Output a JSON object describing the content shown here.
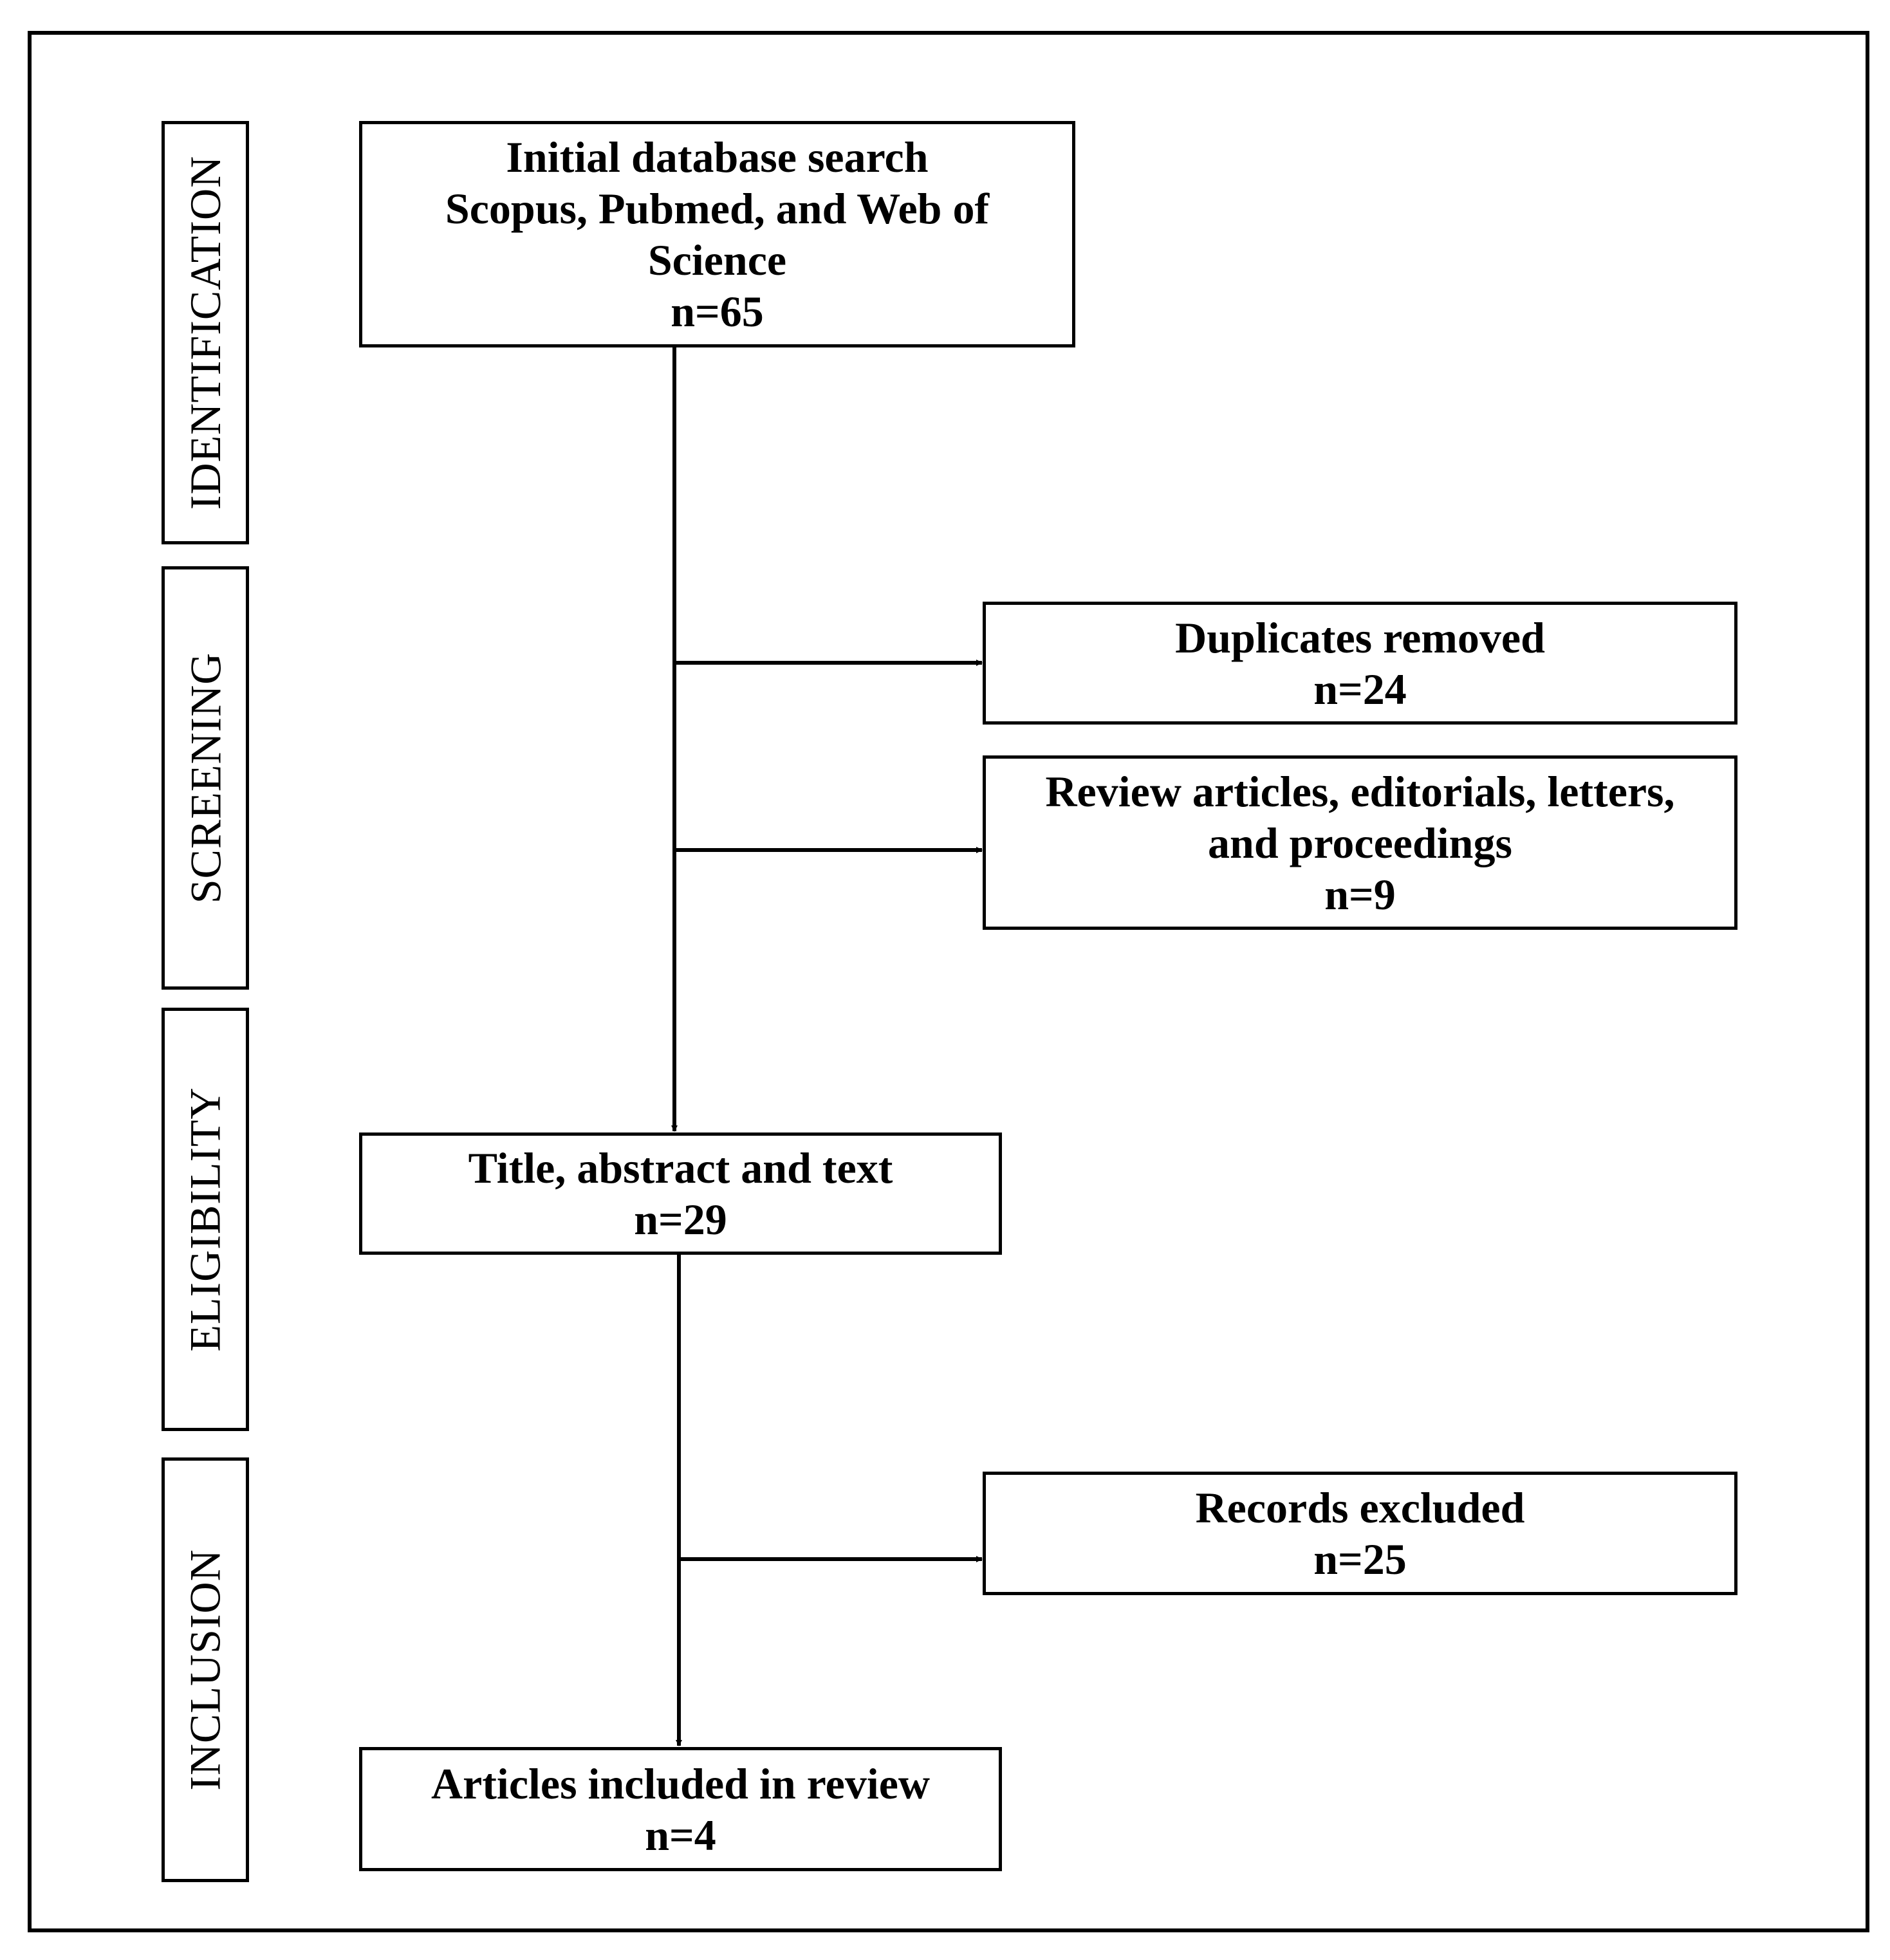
{
  "stages": {
    "identification": "IDENTIFICATION",
    "screening": "SCREENING",
    "eligibility": "ELIGIBILITY",
    "inclusion": "INCLUSION"
  },
  "boxes": {
    "initial_search": {
      "line1": "Initial database search",
      "line2": "Scopus, Pubmed, and Web of",
      "line3": "Science",
      "count": "n=65"
    },
    "duplicates_removed": {
      "line1": "Duplicates removed",
      "count": "n=24"
    },
    "review_articles": {
      "line1": "Review articles, editorials, letters,",
      "line2": "and proceedings",
      "count": "n=9"
    },
    "title_abstract_text": {
      "line1": "Title, abstract and text",
      "count": "n=29"
    },
    "records_excluded": {
      "line1": "Records excluded",
      "count": "n=25"
    },
    "articles_included": {
      "line1": "Articles included in review",
      "count": "n=4"
    }
  },
  "colors": {
    "line": "#000000",
    "background": "#ffffff"
  }
}
